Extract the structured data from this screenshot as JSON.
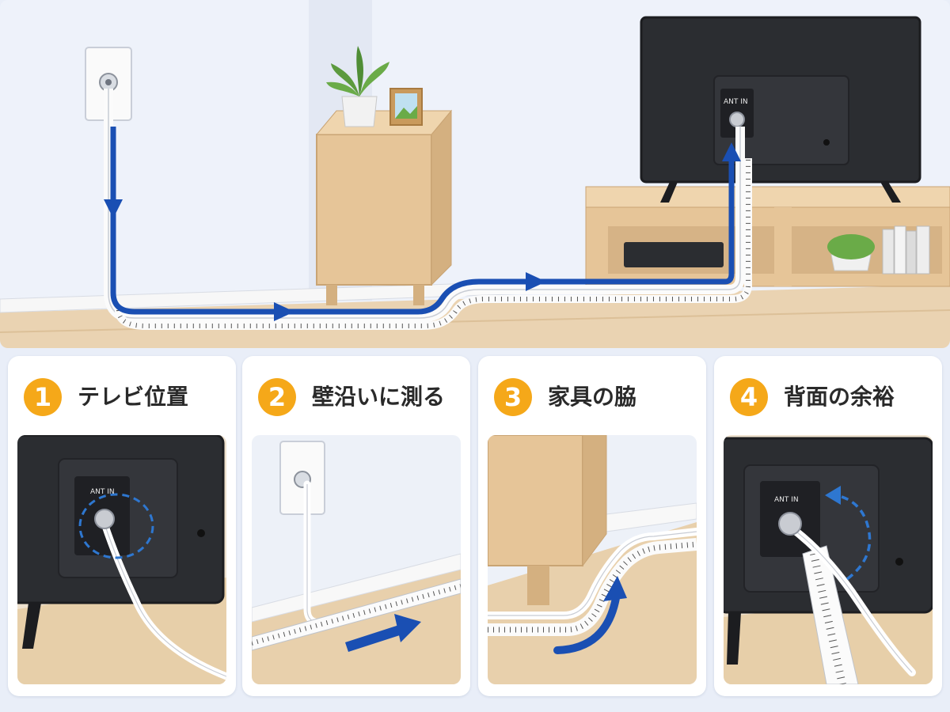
{
  "hero": {
    "tv_port_label": "ANT IN"
  },
  "steps": [
    {
      "number": "1",
      "title": "テレビ位置",
      "port_label": "ANT IN"
    },
    {
      "number": "2",
      "title": "壁沿いに測る"
    },
    {
      "number": "3",
      "title": "家具の脇"
    },
    {
      "number": "4",
      "title": "背面の余裕",
      "port_label": "ANT IN"
    }
  ],
  "colors": {
    "arrow_blue": "#1a4fb3",
    "badge_orange": "#f5a819",
    "wall": "#f1f4fa",
    "floor": "#e9d1ae",
    "wood": "#e7c79c",
    "tv": "#2b2d31"
  }
}
